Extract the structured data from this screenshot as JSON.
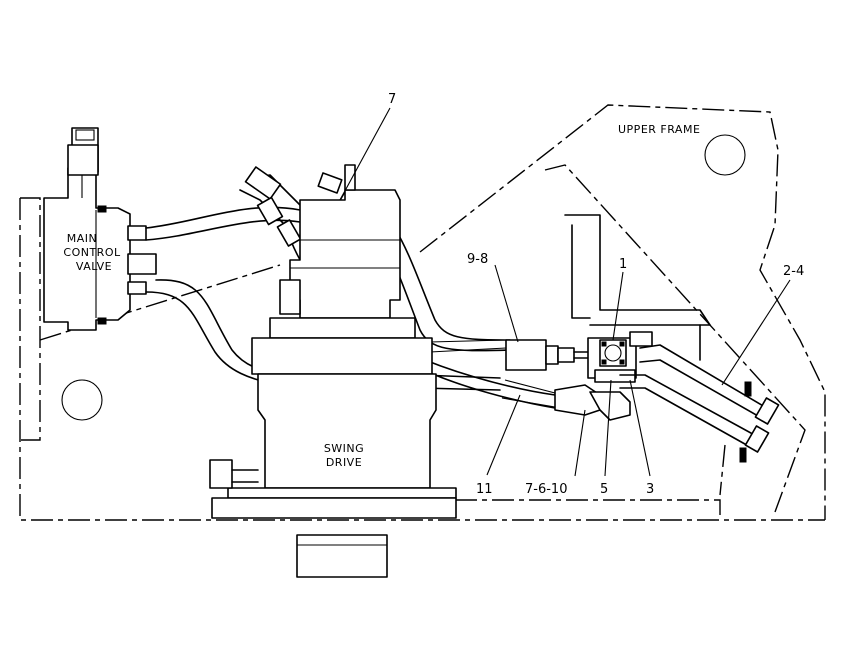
{
  "labels": {
    "upper_frame": "UPPER FRAME",
    "main_control_valve": [
      "MAIN",
      "CONTROL",
      "VALVE"
    ],
    "swing_drive": [
      "SWING",
      "DRIVE"
    ]
  },
  "callouts": {
    "c7_top": "7",
    "c9_8": "9-8",
    "c1": "1",
    "c2_4": "2-4",
    "c11": "11",
    "c7_6_10": "7-6-10",
    "c5": "5",
    "c3": "3"
  }
}
